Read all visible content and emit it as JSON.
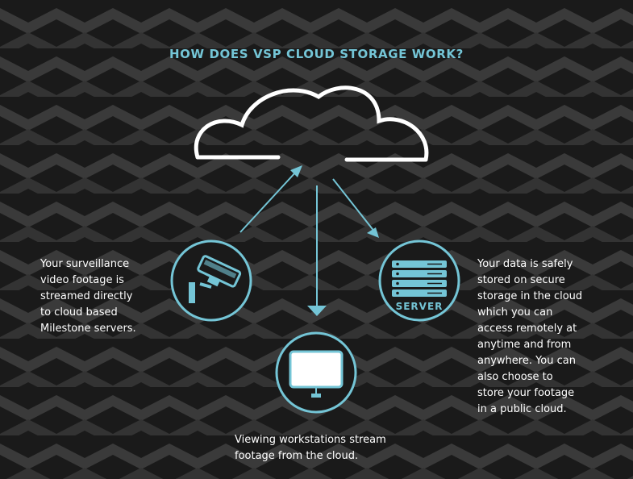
{
  "title": "HOW DOES VSP CLOUD STORAGE WORK?",
  "nodes": {
    "cloud": {
      "icon": "cloud-icon"
    },
    "camera": {
      "icon": "security-camera-icon"
    },
    "server": {
      "icon": "server-rack-icon",
      "label": "SERVER"
    },
    "workstation": {
      "icon": "monitor-icon"
    }
  },
  "edges": [
    {
      "from": "camera",
      "to": "cloud"
    },
    {
      "from": "cloud",
      "to": "server"
    },
    {
      "from": "cloud",
      "to": "workstation"
    }
  ],
  "descriptions": {
    "left": [
      "Your surveillance",
      "video footage is",
      "streamed directly",
      "to cloud based",
      "Milestone servers."
    ],
    "right": [
      "Your data is safely",
      "stored on secure",
      "storage in the cloud",
      "which you can",
      "access remotely at",
      "anytime and from",
      "anywhere. You can",
      "also choose to",
      "store your footage",
      "in a public cloud."
    ],
    "bottom": [
      "Viewing workstations stream",
      "footage from the cloud."
    ]
  },
  "colors": {
    "accent": "#74c5d6",
    "text": "#ffffff",
    "background": "#1a1a1a",
    "pattern": "#3a3a3a"
  }
}
